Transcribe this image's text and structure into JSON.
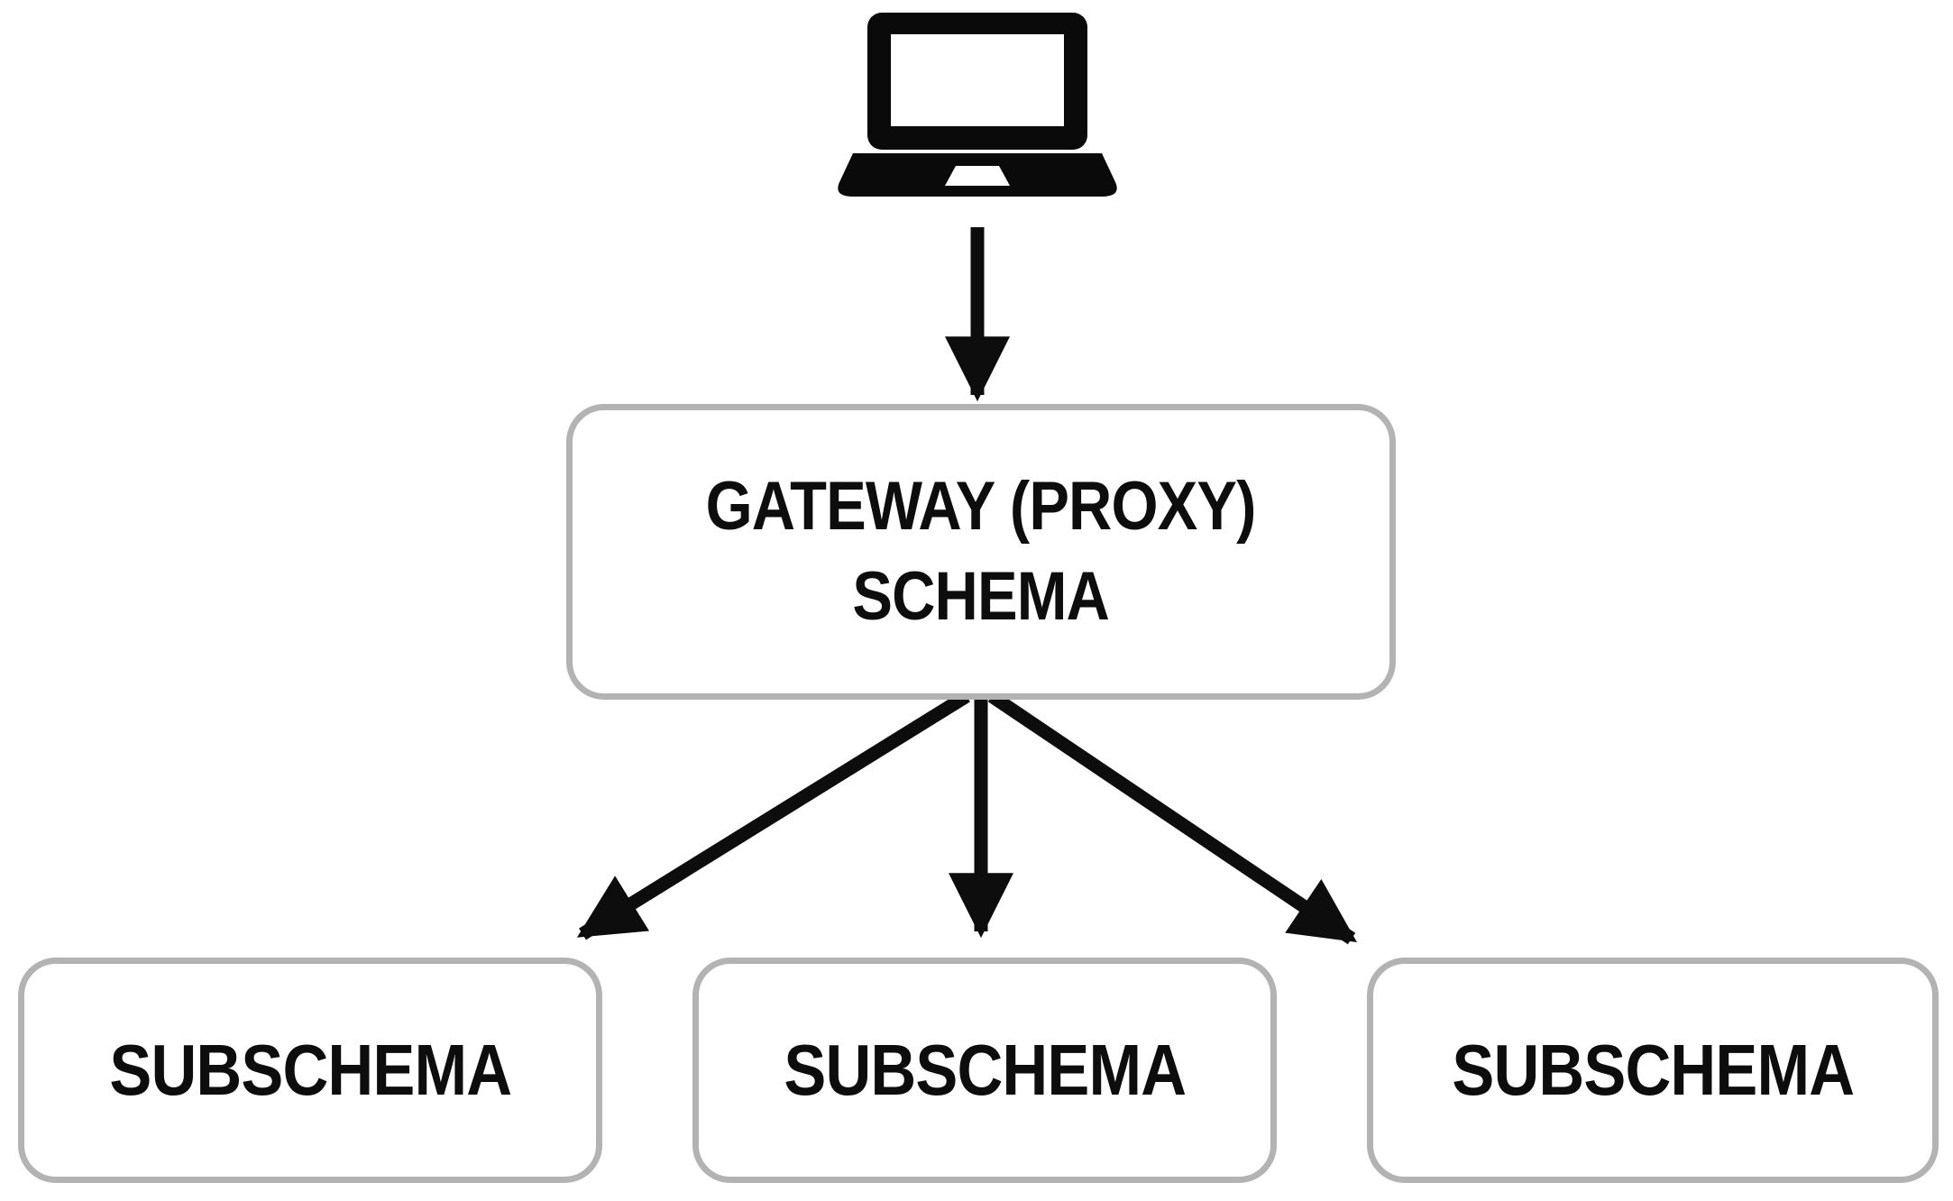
{
  "diagram": {
    "client": {
      "icon": "laptop-icon"
    },
    "gateway": {
      "label_line1": "GATEWAY (PROXY)",
      "label_line2": "SCHEMA"
    },
    "subschemas": [
      "SUBSCHEMA",
      "SUBSCHEMA",
      "SUBSCHEMA"
    ],
    "colors": {
      "box_border": "#b3b3b3",
      "ink": "#0d0d0d",
      "background": "#ffffff"
    }
  }
}
